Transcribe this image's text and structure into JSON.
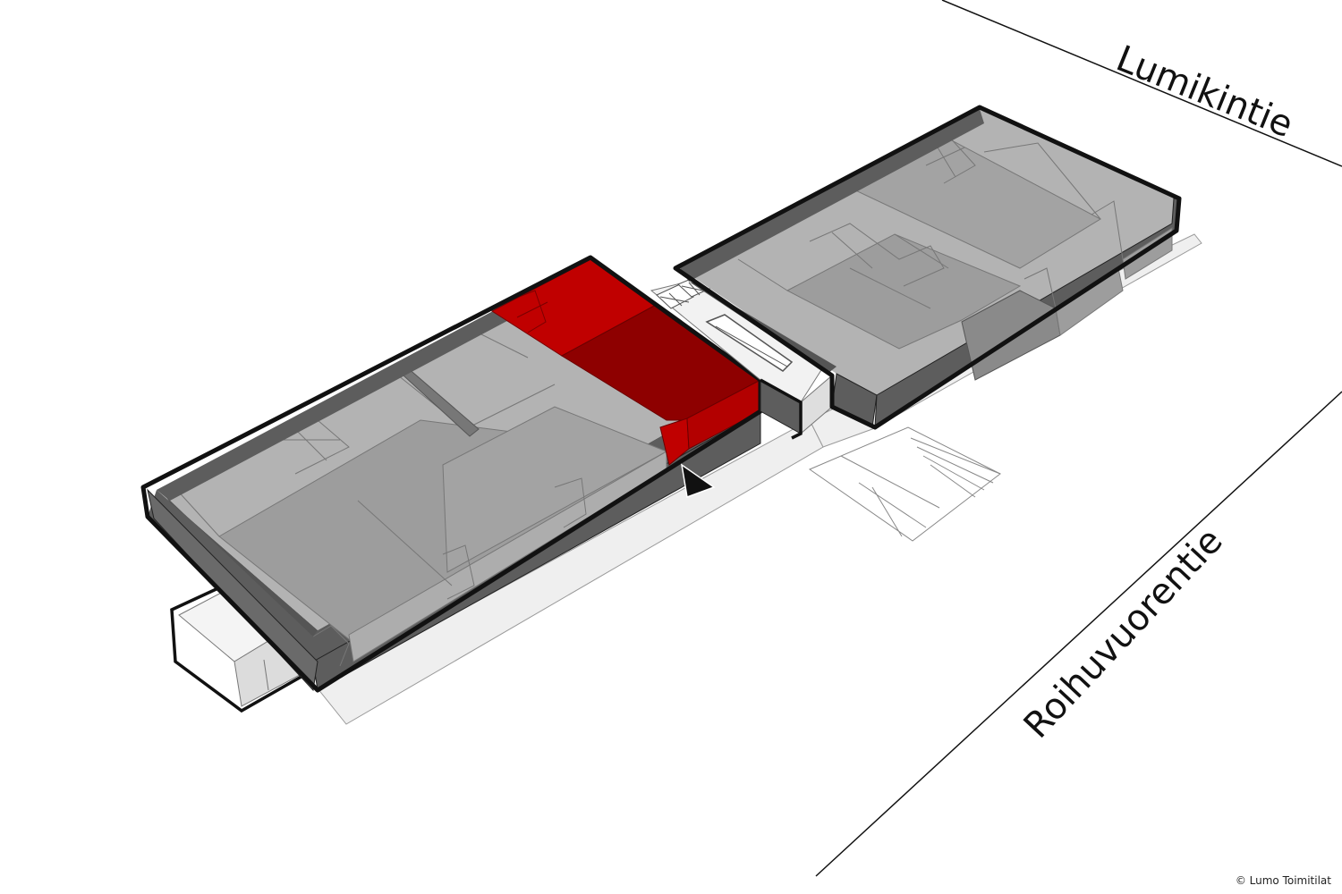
{
  "streets": {
    "north": "Lumikintie",
    "south": "Roihuvuorentie"
  },
  "copyright": "© Lumo Toimitilat",
  "colors": {
    "highlight_top": "#c00000",
    "highlight_mid": "#8e0000",
    "highlight_front": "#b30000",
    "floor_light": "#b3b3b3",
    "floor_mid": "#9d9d9d",
    "wall_dark": "#5d5d5d",
    "ground": "#efefef",
    "outline": "#111111"
  },
  "icons": {
    "location_marker": "triangle-pointer-icon",
    "elevator": "elevator-shaft-icon"
  }
}
